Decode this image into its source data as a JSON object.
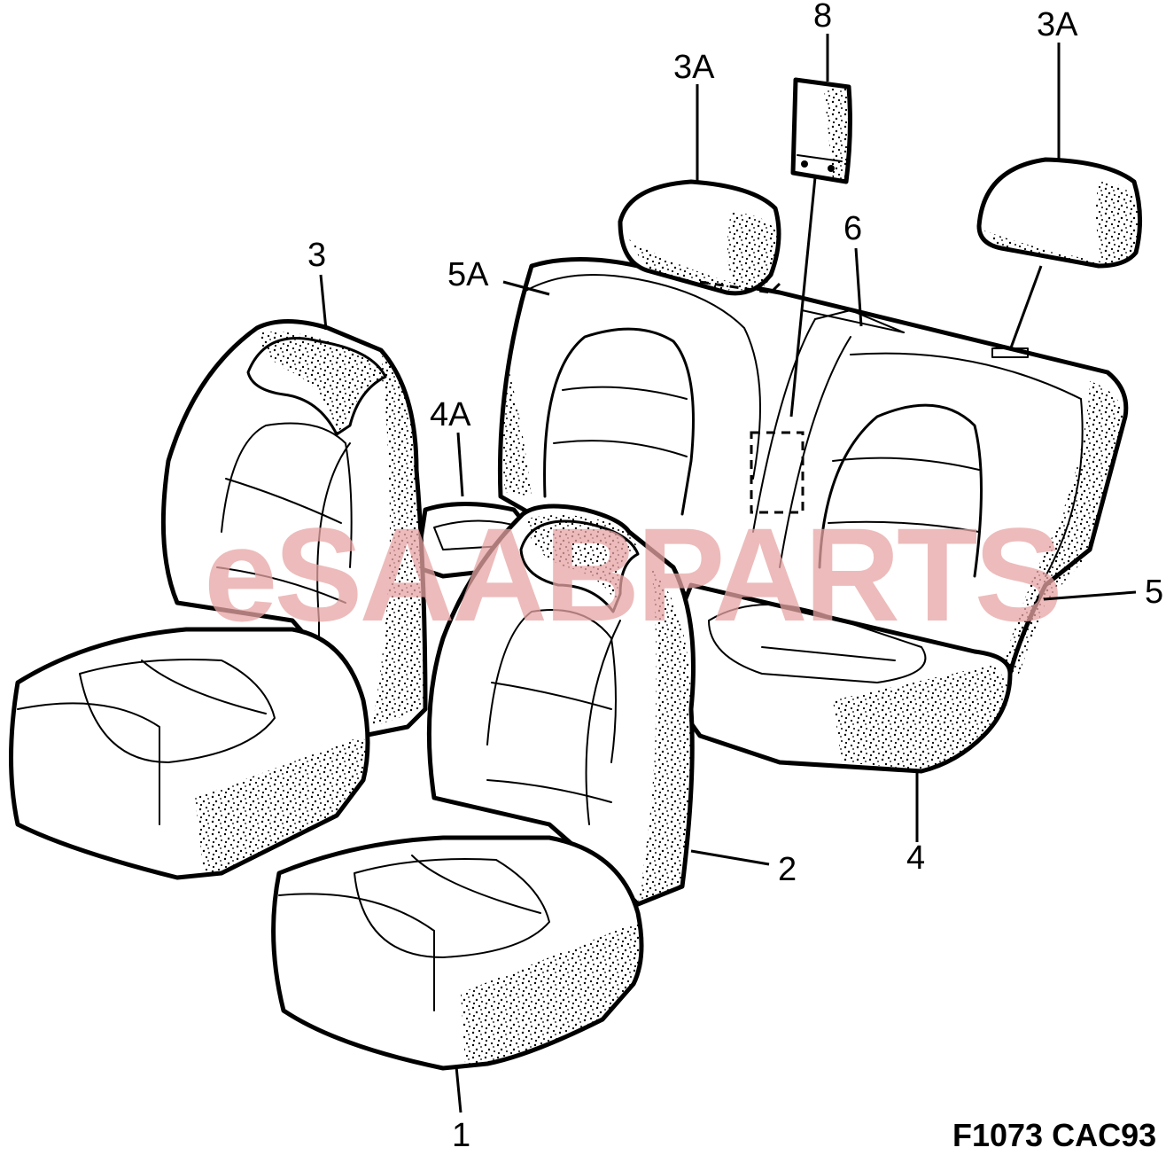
{
  "diagram": {
    "watermark": "eSAABPARTS",
    "figure_code": "F1073 CAC93",
    "callouts": [
      {
        "id": "1",
        "text": "1"
      },
      {
        "id": "2",
        "text": "2"
      },
      {
        "id": "3",
        "text": "3"
      },
      {
        "id": "3A-left",
        "text": "3A"
      },
      {
        "id": "3A-right",
        "text": "3A"
      },
      {
        "id": "4",
        "text": "4"
      },
      {
        "id": "4A",
        "text": "4A"
      },
      {
        "id": "5",
        "text": "5"
      },
      {
        "id": "5A",
        "text": "5A"
      },
      {
        "id": "6",
        "text": "6"
      },
      {
        "id": "8",
        "text": "8"
      }
    ]
  },
  "colors": {
    "line": "#000000",
    "background": "#ffffff",
    "watermark": "#e8a5a5"
  }
}
